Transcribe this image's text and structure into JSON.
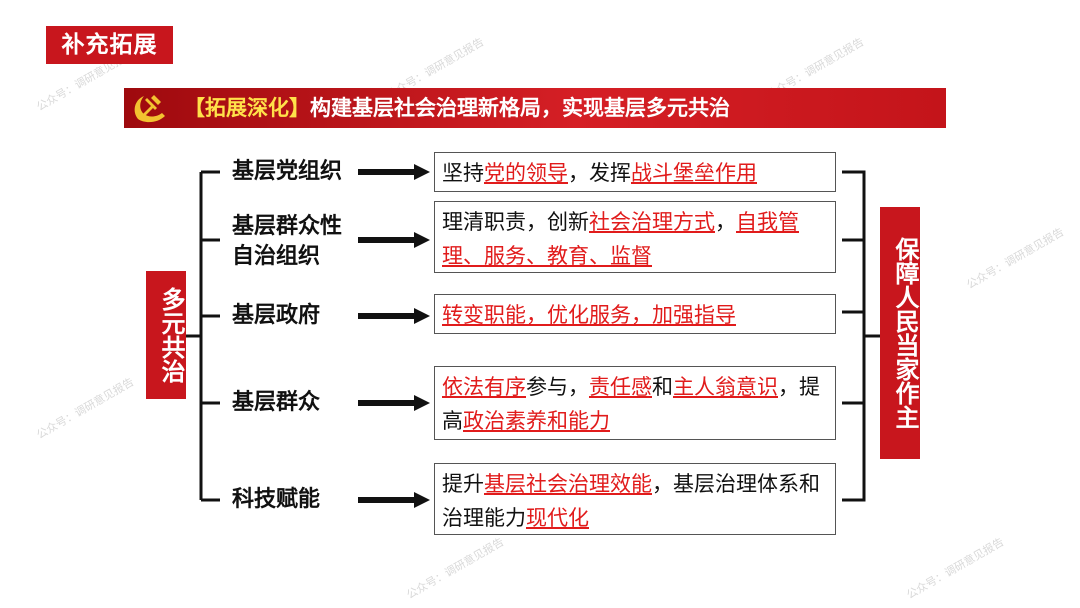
{
  "tag": "补充拓展",
  "banner": {
    "bracket": "【拓展深化】",
    "title": "构建基层社会治理新格局，实现基层多元共治"
  },
  "left_label": "多元共治",
  "right_label": "保障人民当家作主",
  "colors": {
    "accent": "#c8161d",
    "highlight": "#e11b1b"
  },
  "rows": [
    {
      "label": "基层党组织",
      "content": [
        {
          "t": "坚持"
        },
        {
          "t": "党的领导",
          "h": true
        },
        {
          "t": "，发挥"
        },
        {
          "t": "战斗堡垒作用",
          "h": true
        }
      ]
    },
    {
      "label": "基层群众性自治组织",
      "content": [
        {
          "t": "理清职责，创新"
        },
        {
          "t": "社会治理方式",
          "h": true
        },
        {
          "t": "，"
        },
        {
          "t": "自我管理、服务、教育、监督",
          "h": true
        }
      ]
    },
    {
      "label": "基层政府",
      "content": [
        {
          "t": "转变职能，优化服务，加强指导",
          "h": true
        }
      ]
    },
    {
      "label": "基层群众",
      "content": [
        {
          "t": "依法有序",
          "h": true
        },
        {
          "t": "参与，"
        },
        {
          "t": "责任感",
          "h": true
        },
        {
          "t": "和"
        },
        {
          "t": "主人翁意识",
          "h": true
        },
        {
          "t": "，提高"
        },
        {
          "t": "政治素养和能力",
          "h": true
        }
      ]
    },
    {
      "label": "科技赋能",
      "content": [
        {
          "t": "提升"
        },
        {
          "t": "基层社会治理效能",
          "h": true
        },
        {
          "t": "，基层治理体系和治理能力"
        },
        {
          "t": "现代化",
          "h": true
        }
      ]
    }
  ]
}
